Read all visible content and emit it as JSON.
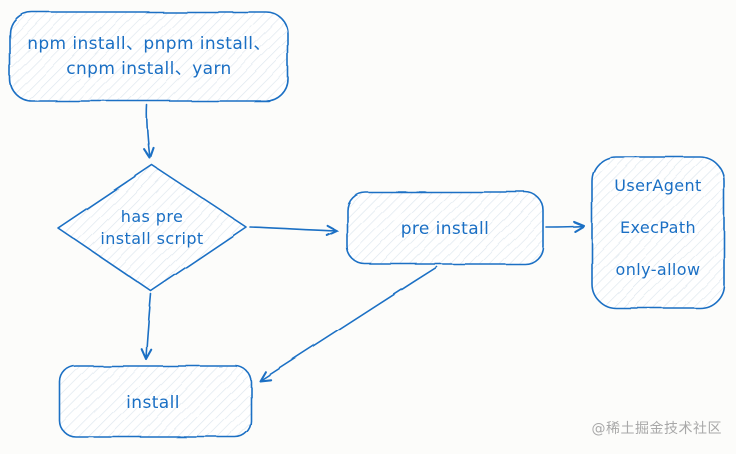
{
  "diagram": {
    "background": "#fcfcfa",
    "stroke_color": "#1a6fc4",
    "text_color": "#1a6fc4",
    "watermark_color": "#a8a8a8",
    "nodes": {
      "start": {
        "line1": "npm install、pnpm install、",
        "line2": "cnpm install、yarn"
      },
      "decision": {
        "line1": "has pre",
        "line2": "install script"
      },
      "pre_install": {
        "label": "pre install"
      },
      "hooks": {
        "line1": "UserAgent",
        "line2": "ExecPath",
        "line3": "only-allow"
      },
      "install": {
        "label": "install"
      }
    },
    "watermark": "@稀土掘金技术社区"
  }
}
